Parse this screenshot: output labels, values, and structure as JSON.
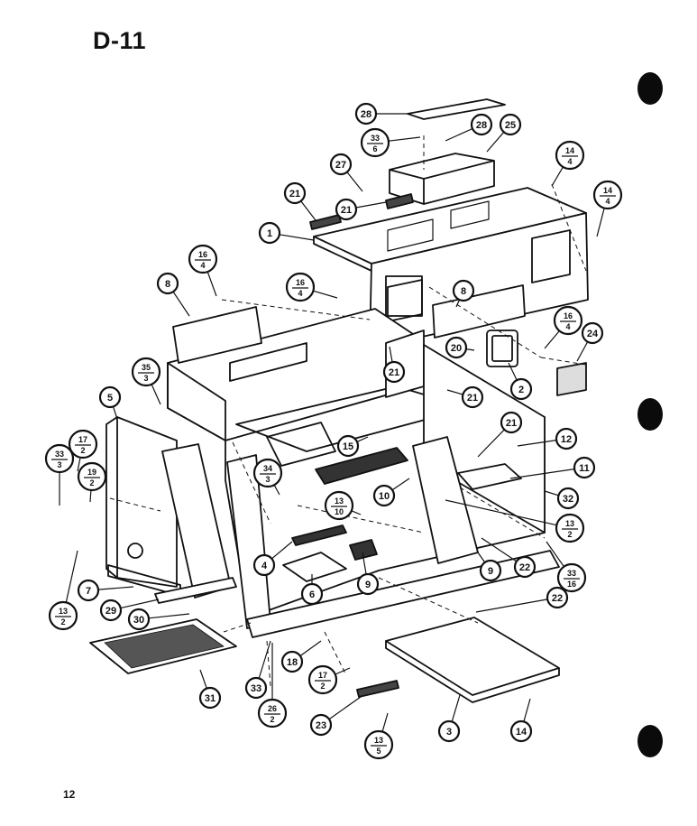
{
  "page": {
    "title": "D-11",
    "page_number": "12"
  },
  "callouts": [
    {
      "key": "c28a",
      "n": "28"
    },
    {
      "key": "c33_6",
      "n": "33",
      "d": "6"
    },
    {
      "key": "c28b",
      "n": "28"
    },
    {
      "key": "c25",
      "n": "25"
    },
    {
      "key": "c27",
      "n": "27"
    },
    {
      "key": "c14_4a",
      "n": "14",
      "d": "4"
    },
    {
      "key": "c14_4b",
      "n": "14",
      "d": "4"
    },
    {
      "key": "c21a",
      "n": "21"
    },
    {
      "key": "c21b",
      "n": "21"
    },
    {
      "key": "c1",
      "n": "1"
    },
    {
      "key": "c16_4a",
      "n": "16",
      "d": "4"
    },
    {
      "key": "c8a",
      "n": "8"
    },
    {
      "key": "c16_4b",
      "n": "16",
      "d": "4"
    },
    {
      "key": "c8b",
      "n": "8"
    },
    {
      "key": "c16_4c",
      "n": "16",
      "d": "4"
    },
    {
      "key": "c24",
      "n": "24"
    },
    {
      "key": "c20",
      "n": "20"
    },
    {
      "key": "c21c",
      "n": "21"
    },
    {
      "key": "c2",
      "n": "2"
    },
    {
      "key": "c35_3",
      "n": "35",
      "d": "3"
    },
    {
      "key": "c21d",
      "n": "21"
    },
    {
      "key": "c5",
      "n": "5"
    },
    {
      "key": "c21e",
      "n": "21"
    },
    {
      "key": "c12",
      "n": "12"
    },
    {
      "key": "c17_2a",
      "n": "17",
      "d": "2"
    },
    {
      "key": "c33_3",
      "n": "33",
      "d": "3"
    },
    {
      "key": "c19_2",
      "n": "19",
      "d": "2"
    },
    {
      "key": "c15",
      "n": "15"
    },
    {
      "key": "c11",
      "n": "11"
    },
    {
      "key": "c34_3",
      "n": "34",
      "d": "3"
    },
    {
      "key": "c10",
      "n": "10"
    },
    {
      "key": "c32",
      "n": "32"
    },
    {
      "key": "c13_10",
      "n": "13",
      "d": "10"
    },
    {
      "key": "c13_2a",
      "n": "13",
      "d": "2"
    },
    {
      "key": "c4",
      "n": "4"
    },
    {
      "key": "c9a",
      "n": "9"
    },
    {
      "key": "c33_16",
      "n": "33",
      "d": "16"
    },
    {
      "key": "c6",
      "n": "6"
    },
    {
      "key": "c9b",
      "n": "9"
    },
    {
      "key": "c22a",
      "n": "22"
    },
    {
      "key": "c7",
      "n": "7"
    },
    {
      "key": "c13_2b",
      "n": "13",
      "d": "2"
    },
    {
      "key": "c29",
      "n": "29"
    },
    {
      "key": "c30",
      "n": "30"
    },
    {
      "key": "c22b",
      "n": "22"
    },
    {
      "key": "c18",
      "n": "18"
    },
    {
      "key": "c17_2b",
      "n": "17",
      "d": "2"
    },
    {
      "key": "c33",
      "n": "33"
    },
    {
      "key": "c26_2",
      "n": "26",
      "d": "2"
    },
    {
      "key": "c31",
      "n": "31"
    },
    {
      "key": "c23",
      "n": "23"
    },
    {
      "key": "c3",
      "n": "3"
    },
    {
      "key": "c14",
      "n": "14"
    },
    {
      "key": "c13_5",
      "n": "13",
      "d": "5"
    }
  ]
}
